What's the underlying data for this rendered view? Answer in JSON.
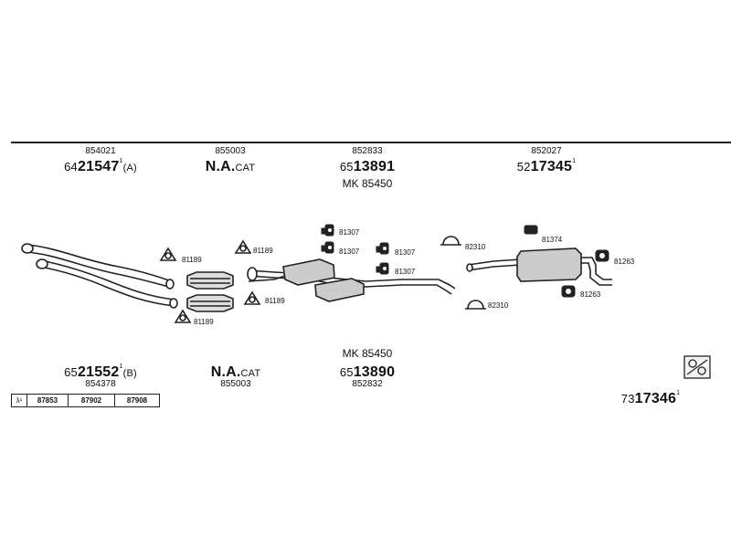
{
  "top": {
    "col1": {
      "oe": "854021",
      "prefix": "64",
      "bold": "21547",
      "sup": "1",
      "suffix": "(A)"
    },
    "col2": {
      "oe": "855003",
      "bold": "N.A.",
      "suffix": "CAT"
    },
    "col3": {
      "oe": "852833",
      "prefix": "65",
      "bold": "13891",
      "mk": "MK 85450"
    },
    "col4": {
      "oe": "852027",
      "prefix": "52",
      "bold": "17345",
      "sup": "1"
    }
  },
  "bottom": {
    "col1": {
      "oe": "854378",
      "prefix": "65",
      "bold": "21552",
      "sup": "1",
      "suffix": "(B)"
    },
    "col2": {
      "oe": "855003",
      "bold": "N.A.",
      "suffix": "CAT"
    },
    "col3": {
      "oe": "852832",
      "prefix": "65",
      "bold": "13890",
      "mk": "MK 85450"
    },
    "total": {
      "prefix": "73",
      "bold": "17346",
      "sup": "1"
    }
  },
  "labels": {
    "l81189a": "81189",
    "l81189b": "81189",
    "l81189c": "81189",
    "l81189d": "81189",
    "l81307a": "81307",
    "l81307b": "81307",
    "l81307c": "81307",
    "l81307d": "81307",
    "l82310a": "82310",
    "l82310b": "82310",
    "l81374": "81374",
    "l81263a": "81263",
    "l81263b": "81263"
  },
  "lambda_table": {
    "symbol": "λ¹",
    "cells": [
      "87853",
      "87902",
      "87908"
    ]
  }
}
